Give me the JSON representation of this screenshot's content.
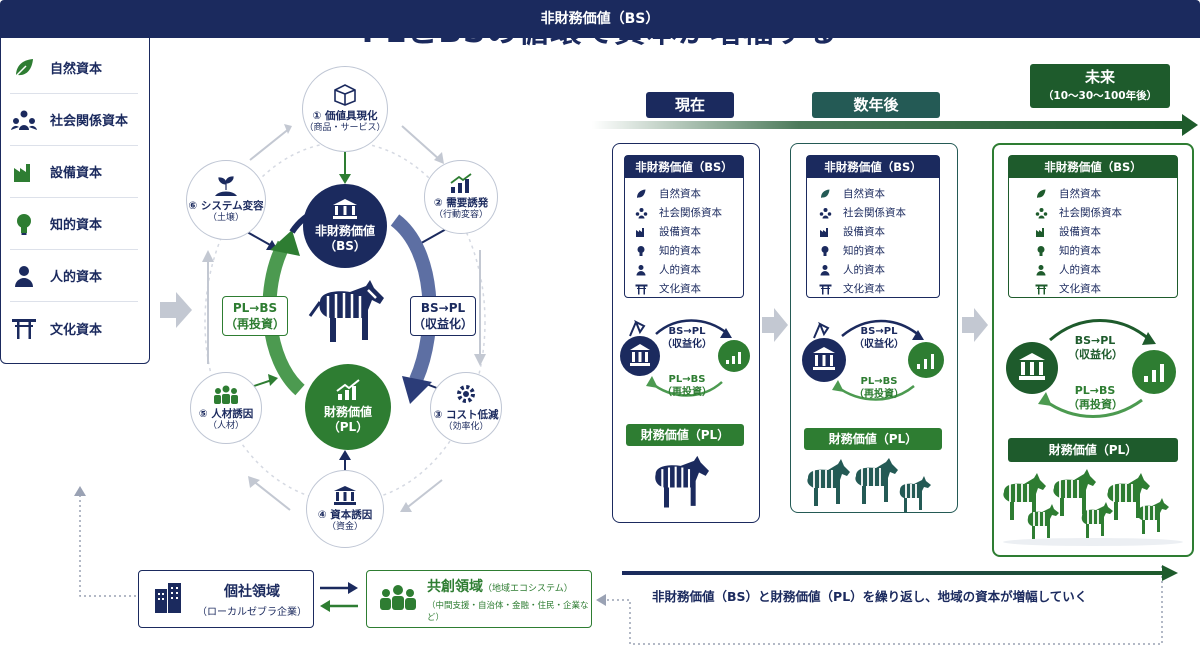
{
  "title": "PLとBSの循環で資本が増幅する",
  "left_panel": {
    "heading": "非財務価値（BS）",
    "items": [
      {
        "label": "自然資本",
        "icon": "leaf-icon"
      },
      {
        "label": "社会関係資本",
        "icon": "people-network-icon"
      },
      {
        "label": "設備資本",
        "icon": "factory-icon"
      },
      {
        "label": "知的資本",
        "icon": "lightbulb-icon"
      },
      {
        "label": "人的資本",
        "icon": "person-icon"
      },
      {
        "label": "文化資本",
        "icon": "torii-icon"
      }
    ]
  },
  "cycle": {
    "top": {
      "line1": "① 価値具現化",
      "line2": "（商品・サービス）"
    },
    "right_top": {
      "line1": "② 需要誘発",
      "line2": "（行動変容）"
    },
    "right_bottom": {
      "line1": "③ コスト低減",
      "line2": "（効率化）"
    },
    "bottom": {
      "line1": "④ 資本誘因",
      "line2": "（資金）"
    },
    "left_bottom": {
      "line1": "⑤ 人材誘因",
      "line2": "（人材）"
    },
    "left_top": {
      "line1": "⑥ システム変容",
      "line2": "（土壌）"
    },
    "bs_center": {
      "line1": "非財務価値",
      "line2": "（BS）"
    },
    "pl_center": {
      "line1": "財務価値",
      "line2": "（PL）"
    },
    "bs_to_pl": {
      "line1": "BS→PL",
      "line2": "（収益化）"
    },
    "pl_to_bs": {
      "line1": "PL→BS",
      "line2": "（再投資）"
    }
  },
  "stages": [
    {
      "era": "現在",
      "era_sub": ""
    },
    {
      "era": "数年後",
      "era_sub": ""
    },
    {
      "era": "未来",
      "era_sub": "（10〜30〜100年後）"
    }
  ],
  "stage_common": {
    "bs_heading": "非財務価値（BS）",
    "items": [
      "自然資本",
      "社会関係資本",
      "設備資本",
      "知的資本",
      "人的資本",
      "文化資本"
    ],
    "bs_to_pl": "BS→PL",
    "bs_to_pl_sub": "（収益化）",
    "pl_to_bs": "PL→BS",
    "pl_to_bs_sub": "（再投資）",
    "pl_heading": "財務価値（PL）"
  },
  "bottom": {
    "company": {
      "title": "個社領域",
      "sub": "（ローカルゼブラ企業）"
    },
    "cocreation": {
      "title": "共創領域",
      "title_sub": "（地域エコシステム）",
      "sub": "（中間支援・自治体・金融・住民・企業など）"
    },
    "caption": "非財務価値（BS）と財務価値（PL）を繰り返し、地域の資本が増幅していく"
  },
  "colors": {
    "navy": "#1b2a5e",
    "green": "#2e7d32",
    "dark_green": "#1e5b2c",
    "teal": "#245a55",
    "gray": "#c3c8d2"
  }
}
